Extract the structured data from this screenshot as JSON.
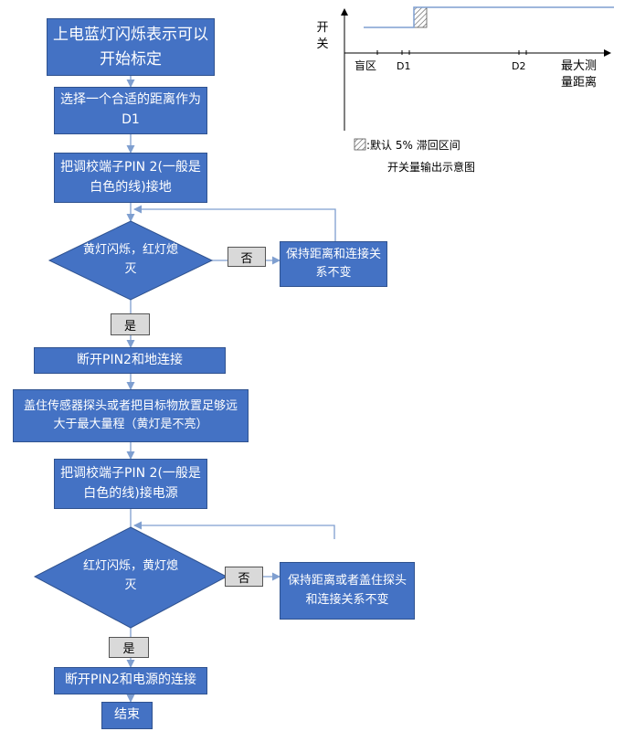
{
  "flow": {
    "start": "上电蓝灯闪烁表示可以开始标定",
    "step1": "选择一个合适的距离作为D1",
    "step2": "把调校端子PIN 2(一般是白色的线)接地",
    "decision1": "黄灯闪烁，红灯熄灭",
    "no1": "否",
    "keep1": "保持距离和连接关系不变",
    "yes1": "是",
    "step3": "断开PIN2和地连接",
    "step4": "盖住传感器探头或者把目标物放置足够远大于最大量程（黄灯是不亮）",
    "step5": "把调校端子PIN 2(一般是白色的线)接电源",
    "decision2": "红灯闪烁，黄灯熄灭",
    "no2": "否",
    "keep2": "保持距离或者盖住探头和连接关系不变",
    "yes2": "是",
    "step6": "断开PIN2和电源的连接",
    "end": "结束"
  },
  "chart": {
    "y_label": "开关",
    "x_labels": {
      "blind": "盲区",
      "d1": "D1",
      "d2": "D2",
      "max": "最大测量距离"
    },
    "legend": ":默认 5% 滞回区间",
    "caption": "开关量输出示意图"
  },
  "colors": {
    "box_fill": "#4472c4",
    "box_border": "#2f528f",
    "arrow": "#7f9fd0",
    "label_fill": "#d9d9d9"
  }
}
